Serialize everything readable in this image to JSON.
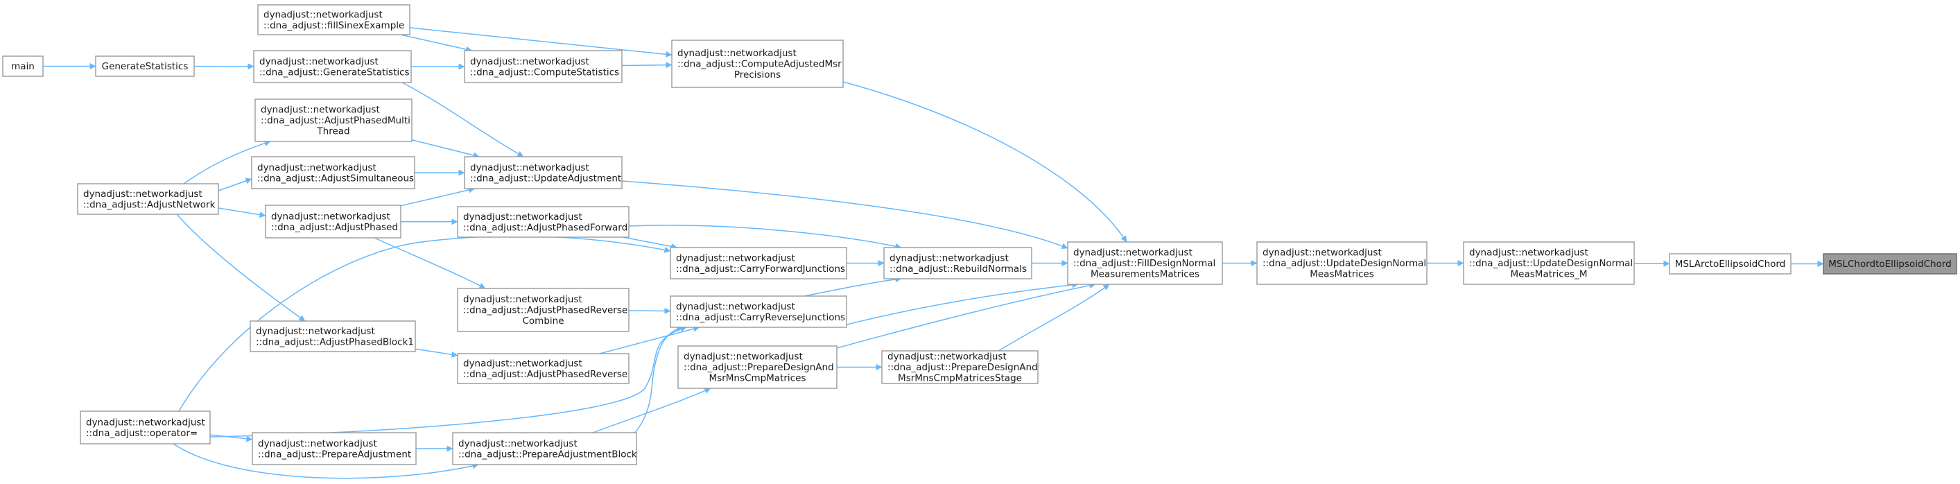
{
  "graph": {
    "colors": {
      "edge": "#63b8ff",
      "node_border": "#999999",
      "current_fill": "#999999",
      "text": "#1a1a1a"
    },
    "nodes": [
      {
        "id": "main",
        "lines": [
          "main"
        ]
      },
      {
        "id": "genstats",
        "lines": [
          "GenerateStatistics"
        ]
      },
      {
        "id": "dna_genstats",
        "lines": [
          "dynadjust::networkadjust",
          "::dna_adjust::GenerateStatistics"
        ]
      },
      {
        "id": "fillsinex",
        "lines": [
          "dynadjust::networkadjust",
          "::dna_adjust::fillSinexExample"
        ]
      },
      {
        "id": "computestats",
        "lines": [
          "dynadjust::networkadjust",
          "::dna_adjust::ComputeStatistics"
        ]
      },
      {
        "id": "computeadjmsr",
        "lines": [
          "dynadjust::networkadjust",
          "::dna_adjust::ComputeAdjustedMsr",
          "Precisions"
        ]
      },
      {
        "id": "adjphasedmulti",
        "lines": [
          "dynadjust::networkadjust",
          "::dna_adjust::AdjustPhasedMulti",
          "Thread"
        ]
      },
      {
        "id": "adjnetwork",
        "lines": [
          "dynadjust::networkadjust",
          "::dna_adjust::AdjustNetwork"
        ]
      },
      {
        "id": "adjsimul",
        "lines": [
          "dynadjust::networkadjust",
          "::dna_adjust::AdjustSimultaneous"
        ]
      },
      {
        "id": "updateadj",
        "lines": [
          "dynadjust::networkadjust",
          "::dna_adjust::UpdateAdjustment"
        ]
      },
      {
        "id": "adjphased",
        "lines": [
          "dynadjust::networkadjust",
          "::dna_adjust::AdjustPhased"
        ]
      },
      {
        "id": "adjphasedfwd",
        "lines": [
          "dynadjust::networkadjust",
          "::dna_adjust::AdjustPhasedForward"
        ]
      },
      {
        "id": "carryfwd",
        "lines": [
          "dynadjust::networkadjust",
          "::dna_adjust::CarryForwardJunctions"
        ]
      },
      {
        "id": "rebuild",
        "lines": [
          "dynadjust::networkadjust",
          "::dna_adjust::RebuildNormals"
        ]
      },
      {
        "id": "filldesign",
        "lines": [
          "dynadjust::networkadjust",
          "::dna_adjust::FillDesignNormal",
          "MeasurementsMatrices"
        ]
      },
      {
        "id": "updatedesign",
        "lines": [
          "dynadjust::networkadjust",
          "::dna_adjust::UpdateDesignNormal",
          "MeasMatrices"
        ]
      },
      {
        "id": "updatedesignm",
        "lines": [
          "dynadjust::networkadjust",
          "::dna_adjust::UpdateDesignNormal",
          "MeasMatrices_M"
        ]
      },
      {
        "id": "mslarc",
        "lines": [
          "MSLArctoEllipsoidChord"
        ]
      },
      {
        "id": "mslchord",
        "lines": [
          "MSLChordtoEllipsoidChord"
        ],
        "current": true
      },
      {
        "id": "adjphasedrevcomb",
        "lines": [
          "dynadjust::networkadjust",
          "::dna_adjust::AdjustPhasedReverse",
          "Combine"
        ]
      },
      {
        "id": "carryrev",
        "lines": [
          "dynadjust::networkadjust",
          "::dna_adjust::CarryReverseJunctions"
        ]
      },
      {
        "id": "adjphasedblock1",
        "lines": [
          "dynadjust::networkadjust",
          "::dna_adjust::AdjustPhasedBlock1"
        ]
      },
      {
        "id": "adjphasedrev",
        "lines": [
          "dynadjust::networkadjust",
          "::dna_adjust::AdjustPhasedReverse"
        ]
      },
      {
        "id": "preparedesign",
        "lines": [
          "dynadjust::networkadjust",
          "::dna_adjust::PrepareDesignAnd",
          "MsrMnsCmpMatrices"
        ]
      },
      {
        "id": "preparedesignstage",
        "lines": [
          "dynadjust::networkadjust",
          "::dna_adjust::PrepareDesignAnd",
          "MsrMnsCmpMatricesStage"
        ]
      },
      {
        "id": "operatoreq",
        "lines": [
          "dynadjust::networkadjust",
          "::dna_adjust::operator="
        ]
      },
      {
        "id": "prepareadj",
        "lines": [
          "dynadjust::networkadjust",
          "::dna_adjust::PrepareAdjustment"
        ]
      },
      {
        "id": "prepareadjblock",
        "lines": [
          "dynadjust::networkadjust",
          "::dna_adjust::PrepareAdjustmentBlock"
        ]
      }
    ],
    "edges": [
      [
        "main",
        "genstats"
      ],
      [
        "genstats",
        "dna_genstats"
      ],
      [
        "dna_genstats",
        "computestats"
      ],
      [
        "fillsinex",
        "computestats"
      ],
      [
        "fillsinex",
        "computeadjmsr"
      ],
      [
        "computestats",
        "computeadjmsr"
      ],
      [
        "computeadjmsr",
        "filldesign"
      ],
      [
        "dna_genstats",
        "updateadj"
      ],
      [
        "adjphasedmulti",
        "updateadj"
      ],
      [
        "adjsimul",
        "updateadj"
      ],
      [
        "adjphased",
        "updateadj"
      ],
      [
        "adjnetwork",
        "adjphasedmulti"
      ],
      [
        "adjnetwork",
        "adjsimul"
      ],
      [
        "adjnetwork",
        "adjphased"
      ],
      [
        "adjnetwork",
        "adjphasedblock1"
      ],
      [
        "updateadj",
        "filldesign"
      ],
      [
        "adjphased",
        "adjphasedfwd"
      ],
      [
        "adjphased",
        "adjphasedrevcomb"
      ],
      [
        "adjphasedfwd",
        "carryfwd"
      ],
      [
        "adjphasedfwd",
        "rebuild"
      ],
      [
        "carryfwd",
        "rebuild"
      ],
      [
        "operatoreq",
        "carryfwd"
      ],
      [
        "adjphasedrevcomb",
        "carryrev"
      ],
      [
        "adjphasedrev",
        "carryrev"
      ],
      [
        "adjphasedblock1",
        "adjphasedrev"
      ],
      [
        "carryrev",
        "rebuild"
      ],
      [
        "operatoreq",
        "carryrev"
      ],
      [
        "prepareadjblock",
        "carryrev"
      ],
      [
        "rebuild",
        "filldesign"
      ],
      [
        "carryrev",
        "filldesign"
      ],
      [
        "preparedesign",
        "filldesign"
      ],
      [
        "preparedesignstage",
        "filldesign"
      ],
      [
        "preparedesign",
        "preparedesignstage"
      ],
      [
        "prepareadjblock",
        "preparedesign"
      ],
      [
        "operatoreq",
        "prepareadj"
      ],
      [
        "operatoreq",
        "prepareadjblock"
      ],
      [
        "prepareadj",
        "prepareadjblock"
      ],
      [
        "filldesign",
        "updatedesign"
      ],
      [
        "updatedesign",
        "updatedesignm"
      ],
      [
        "updatedesignm",
        "mslarc"
      ],
      [
        "mslarc",
        "mslchord"
      ]
    ]
  }
}
